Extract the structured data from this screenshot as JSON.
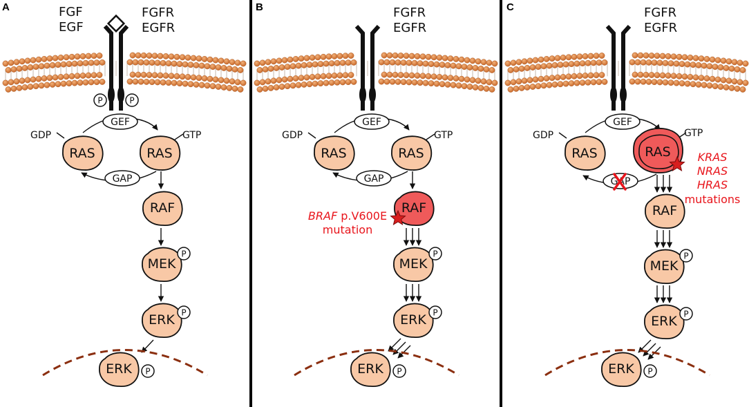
{
  "panels": [
    {
      "letter": "A",
      "ligand_lines": [
        "FGF",
        "EGF"
      ],
      "receptor_lines": [
        "FGFR",
        "EGFR"
      ],
      "receptor_p": "P",
      "gef": "GEF",
      "gap": "GAP",
      "gdp": "GDP",
      "gtp": "GTP",
      "ras_left": "RAS",
      "ras_right": "RAS",
      "raf": "RAF",
      "mek": "MEK",
      "erk": "ERK",
      "erk_nucleus": "ERK",
      "p": "P"
    },
    {
      "letter": "B",
      "receptor_lines": [
        "FGFR",
        "EGFR"
      ],
      "gef": "GEF",
      "gap": "GAP",
      "gdp": "GDP",
      "gtp": "GTP",
      "ras_left": "RAS",
      "ras_right": "RAS",
      "raf": "RAF",
      "mek": "MEK",
      "erk": "ERK",
      "erk_nucleus": "ERK",
      "p": "P",
      "mutation_gene": "BRAF",
      "mutation_variant": " p.V600E",
      "mutation_word": "mutation"
    },
    {
      "letter": "C",
      "receptor_lines": [
        "FGFR",
        "EGFR"
      ],
      "gef": "GEF",
      "gap": "GAP",
      "gdp": "GDP",
      "gtp": "GTP",
      "ras_left": "RAS",
      "ras_right": "RAS",
      "raf": "RAF",
      "mek": "MEK",
      "erk": "ERK",
      "erk_nucleus": "ERK",
      "p": "P",
      "mutation_genes": [
        "KRAS",
        "NRAS",
        "HRAS"
      ],
      "mutation_word": "mutations"
    }
  ],
  "colors": {
    "protein_fill": "#f8c8a6",
    "mutant_fill": "#ef5a5a",
    "star": "#d81e1e",
    "membrane": "#d07a3a",
    "nuclear_envelope": "#8b2f10",
    "mutation_text": "#e8141b"
  }
}
